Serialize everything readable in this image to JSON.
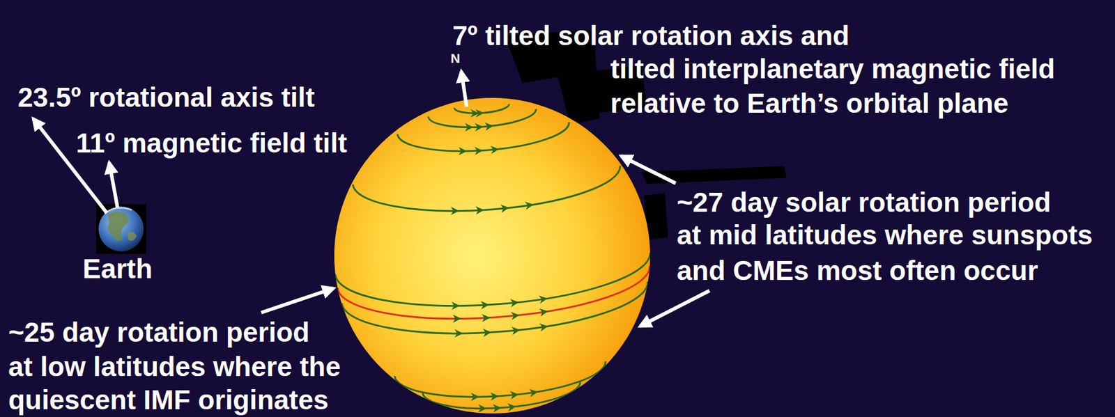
{
  "diagram": {
    "labels": [
      "7º tilted solar rotation axis and",
      "tilted interplanetary magnetic field",
      "relative to Earth’s orbital plane",
      "23.5º rotational axis tilt",
      "11º magnetic field tilt",
      "Earth",
      "N",
      "~27 day solar rotation period",
      "at mid latitudes where sunspots",
      "and CMEs most often occur",
      "~25 day rotation period",
      "at low latitudes where the",
      "quiescent IMF originates"
    ]
  }
}
